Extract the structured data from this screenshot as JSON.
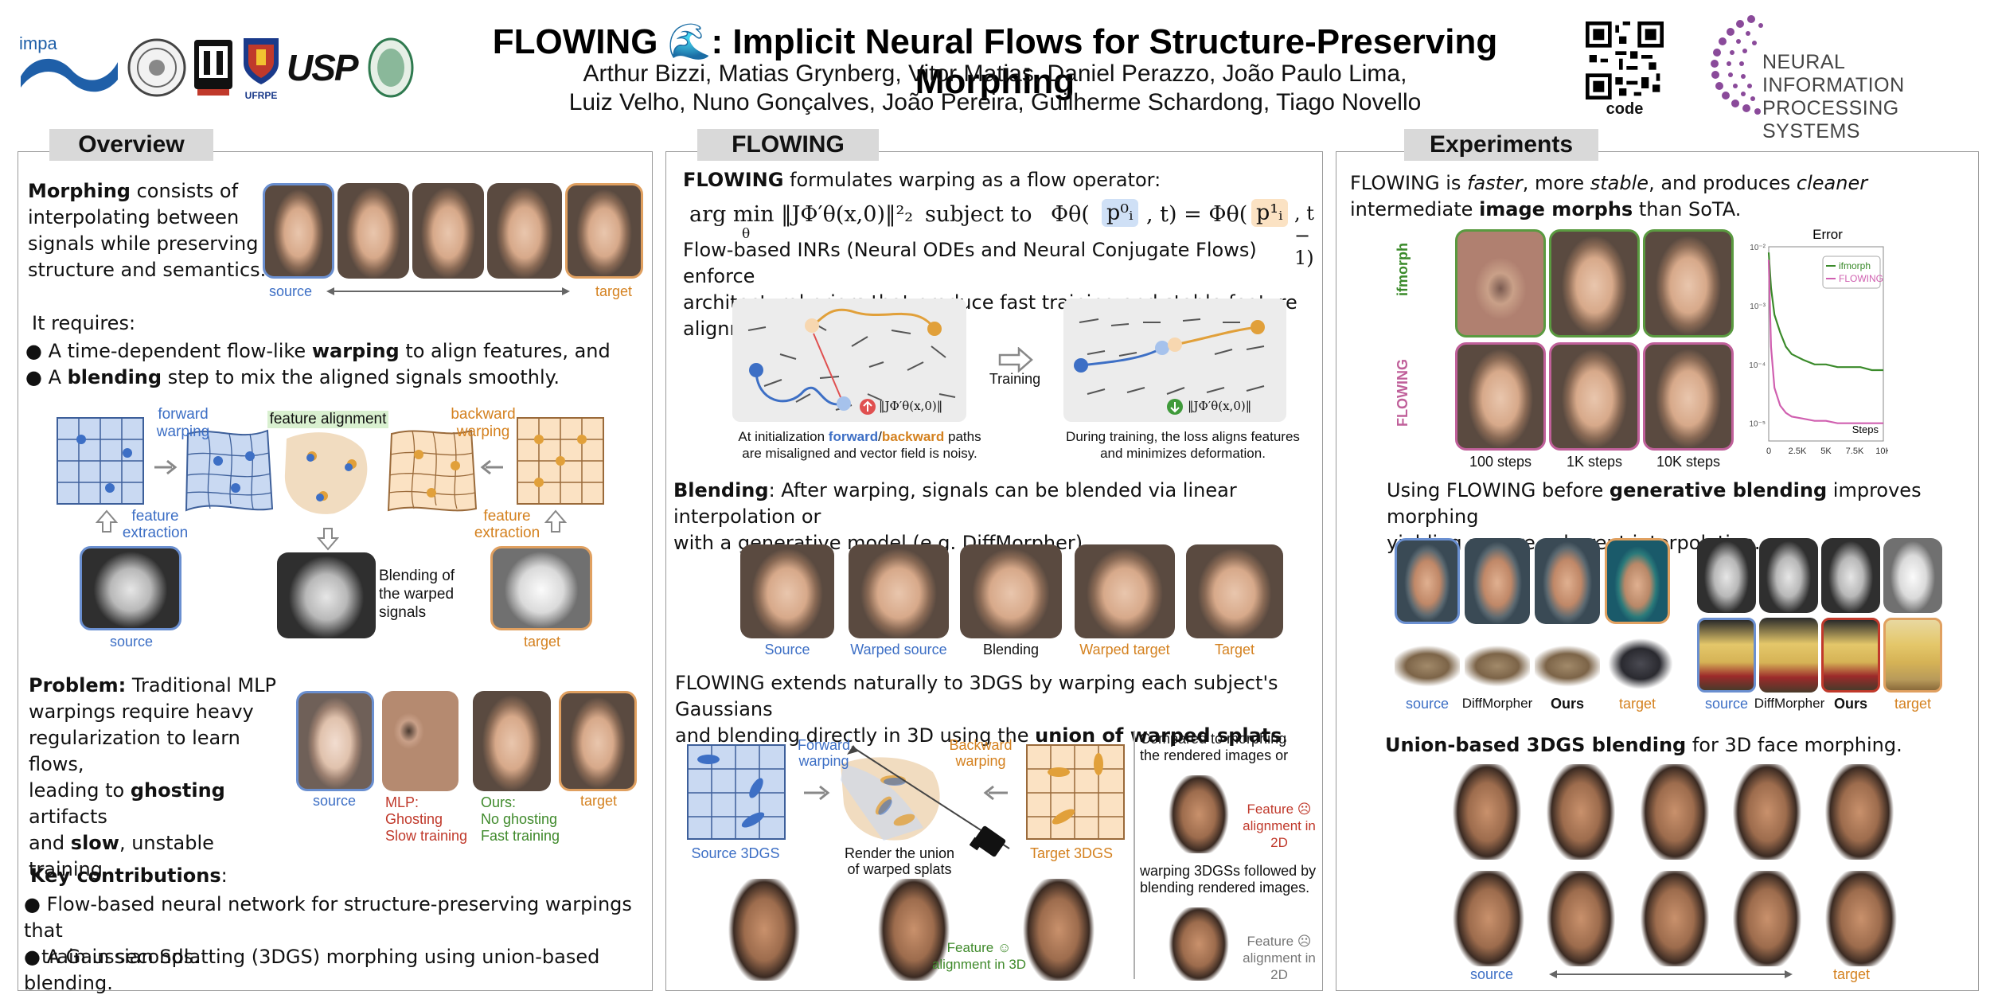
{
  "header": {
    "title": "FLOWING 🌊: Implicit Neural Flows for Structure-Preserving Morphing",
    "authors_line1": "Arthur Bizzi, Matias Grynberg, Vitor Matias, Daniel Perazzo, João Paulo Lima,",
    "authors_line2": "Luiz Velho, Nuno Gonçalves, João Pereira, Guilherme Schardong, Tiago Novello",
    "logos": {
      "impa": "impa",
      "ufrpe": "UFRPE",
      "usp": "USP"
    },
    "qr_label": "code",
    "neurips_line1": "NEURAL INFORMATION",
    "neurips_line2": "PROCESSING SYSTEMS"
  },
  "overview": {
    "tab": "Overview",
    "morph_bold": "Morphing",
    "morph_l1": " consists of",
    "morph_l2": "interpolating between",
    "morph_l3": "signals while preserving",
    "morph_l4": "structure and semantics.",
    "source": "source",
    "target": "target",
    "requires": "It requires:",
    "req1_pre": "● A time-dependent flow-like ",
    "req1_bold": "warping",
    "req1_post": " to align features, and",
    "req2_pre": "● A ",
    "req2_bold": "blending",
    "req2_post": " step to mix the aligned signals smoothly.",
    "forward_warping_1": "forward",
    "forward_warping_2": "warping",
    "feature_alignment": "feature alignment",
    "backward_warping_1": "backward",
    "backward_warping_2": "warping",
    "feature_extraction_1": "feature",
    "feature_extraction_2": "extraction",
    "blending_1": "Blending of",
    "blending_2": "the warped",
    "blending_3": "signals",
    "problem_bold": "Problem:",
    "problem_l1": " Traditional MLP",
    "problem_l2": "warpings require heavy",
    "problem_l3": "regularization to learn flows,",
    "problem_l4_pre": "leading to ",
    "problem_l4_bold": "ghosting",
    "problem_l4_post": " artifacts",
    "problem_l5_pre": "and ",
    "problem_l5_bold": "slow",
    "problem_l5_post": ", unstable training.",
    "mlp_1": "MLP:",
    "mlp_2": "Ghosting",
    "mlp_3": "Slow training",
    "ours_1": "Ours:",
    "ours_2": "No ghosting",
    "ours_3": "Fast training",
    "contrib_title": "Key contributions",
    "contrib1_l1": "● Flow-based neural network for structure-preserving warpings that",
    "contrib1_l2": "train in seconds.",
    "contrib2": "● A Gaussian Splatting (3DGS) morphing using union-based blending."
  },
  "flowing": {
    "tab": "FLOWING",
    "intro_bold": "FLOWING",
    "intro_rest": " formulates warping as a flow operator:",
    "eq_left": "arg min ‖JΦ′θ(x,0)‖²₂",
    "eq_mid": "subject to",
    "eq_right_a": "Φθ(",
    "eq_p0": "p⁰ᵢ",
    "eq_right_b": ", t) = Φθ(",
    "eq_p1": "p¹ᵢ",
    "eq_right_c": ", t − 1)",
    "eq_theta": "θ",
    "inr_l1": "Flow-based INRs (Neural ODEs and Neural Conjugate Flows) enforce",
    "inr_l2": "architectural priors that produce fast training and stable feature alignment.",
    "training": "Training",
    "jac_label": "‖JΦ′θ(x,0)‖",
    "init_l1_pre": "At initialization ",
    "init_forward": "forward",
    "init_slash": "/",
    "init_backward": "backward",
    "init_l1_post": " paths",
    "init_l2": "are misaligned and vector field is noisy.",
    "train_l1": "During training, the loss aligns features",
    "train_l2": "and minimizes deformation.",
    "blend_bold": "Blending",
    "blend_l1": ": After warping, signals can be blended via linear interpolation or",
    "blend_l2": "with a generative model (e.g. DiffMorpher).",
    "blend_caps": [
      "Source",
      "Warped source",
      "Blending",
      "Warped target",
      "Target"
    ],
    "ext_l1": "FLOWING extends naturally to 3DGS by warping each subject's Gaussians",
    "ext_l2_pre": "and blending directly in 3D using the ",
    "ext_l2_bold": "union of warped splats",
    "ext_l2_post": ".",
    "fwd_1": "Forward",
    "fwd_2": "warping",
    "bwd_1": "Backward",
    "bwd_2": "warping",
    "source_3dgs": "Source 3DGS",
    "target_3dgs": "Target 3DGS",
    "render_1": "Render the union",
    "render_2": "of warped splats",
    "compared_1": "Compared to morphing",
    "compared_2": "the rendered images or",
    "feat2d_1": "Feature ☹",
    "feat2d_2": "alignment in 2D",
    "warping_1": "warping 3DGSs followed by",
    "warping_2": "blending rendered images.",
    "feat3d_1": "Feature ☺",
    "feat3d_2": "alignment in 3D",
    "featgrey_1": "Feature ☹",
    "featgrey_2": "alignment in 2D"
  },
  "experiments": {
    "tab": "Experiments",
    "intro_l1_a": "FLOWING is ",
    "intro_l1_b": "faster",
    "intro_l1_c": ", more ",
    "intro_l1_d": "stable",
    "intro_l1_e": ", and produces ",
    "intro_l1_f": "cleaner",
    "intro_l2_a": "intermediate ",
    "intro_l2_b": "image morphs",
    "intro_l2_c": " than SoTA.",
    "row_ifmorph": "ifmorph",
    "row_flowing": "FLOWING",
    "step_caps": [
      "100 steps",
      "1K steps",
      "10K steps"
    ],
    "gen_l1_a": "Using FLOWING before ",
    "gen_l1_b": "generative blending",
    "gen_l1_c": " improves morphing",
    "gen_l2": "yielding a more coherent interpolation.",
    "cmp_caps_left": [
      "source",
      "DiffMorpher",
      "Ours",
      "target"
    ],
    "cmp_caps_right": [
      "source",
      "DiffMorpher",
      "Ours",
      "target"
    ],
    "union_bold": "Union-based 3DGS blending",
    "union_rest": " for 3D face morphing.",
    "source": "source",
    "target": "target"
  },
  "chart_data": {
    "type": "line",
    "title": "Error",
    "xlabel": "Steps",
    "ylabel": "",
    "x_ticks": [
      "0",
      "2.5K",
      "5K",
      "7.5K",
      "10K"
    ],
    "y_ticks": [
      "10⁻²",
      "10⁻³",
      "10⁻⁴",
      "10⁻⁵"
    ],
    "ylog": true,
    "xlim": [
      0,
      10000
    ],
    "ylim": [
      5e-06,
      0.01
    ],
    "legend_position": "top-right",
    "series": [
      {
        "name": "ifmorph",
        "color": "#3a8a2a",
        "x": [
          0,
          200,
          500,
          1000,
          1500,
          2000,
          3000,
          4000,
          5000,
          6000,
          7000,
          8000,
          9000,
          10000
        ],
        "y": [
          0.008,
          0.002,
          0.0007,
          0.00035,
          0.0002,
          0.00015,
          0.00012,
          0.0001,
          0.0001,
          9e-05,
          9e-05,
          9e-05,
          8e-05,
          8e-05
        ]
      },
      {
        "name": "FLOWING",
        "color": "#d060b0",
        "x": [
          0,
          200,
          500,
          1000,
          1500,
          2000,
          3000,
          4000,
          5000,
          6000,
          7000,
          8000,
          9000,
          10000
        ],
        "y": [
          0.006,
          0.0002,
          4e-05,
          2e-05,
          1.5e-05,
          1.3e-05,
          1.2e-05,
          1.1e-05,
          1.1e-05,
          1e-05,
          1e-05,
          1e-05,
          1e-05,
          1e-05
        ]
      }
    ]
  },
  "colors": {
    "blue": "#3d6fc5",
    "orange": "#d4811f",
    "green": "#3f8a2b",
    "red": "#c0392b",
    "tab_bg": "#d9d9d9",
    "neurips_purple": "#8a4a9a"
  }
}
